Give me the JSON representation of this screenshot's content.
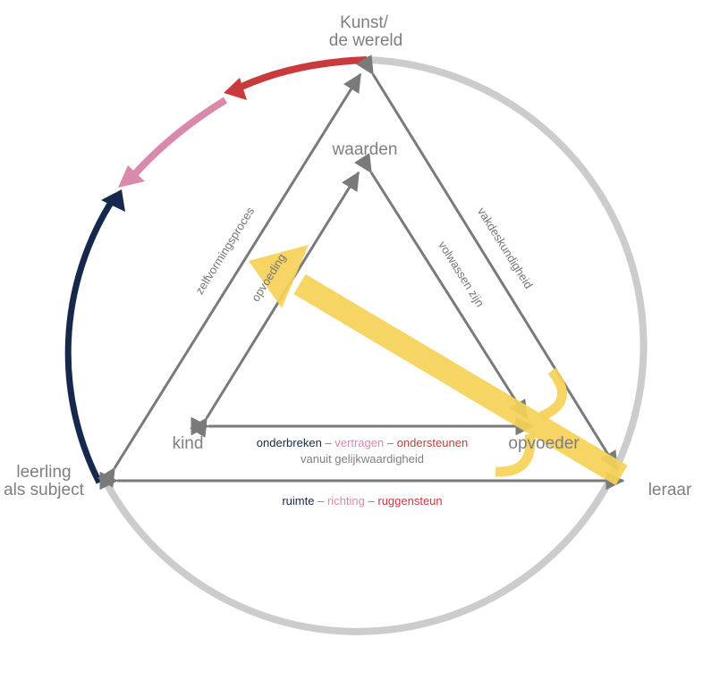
{
  "colors": {
    "circle_gray": "#cccccc",
    "arrow_gray": "#7a7a7a",
    "navy": "#16284b",
    "pink": "#d98aac",
    "red": "#c93a3c",
    "yellow": "#f6d257",
    "label_gray": "#7f7f7f"
  },
  "labels": {
    "top_line1": "Kunst/",
    "top_line2": "de wereld",
    "inner_top": "waarden",
    "left_line1": "leerling",
    "left_line2": "als subject",
    "right": "leraar",
    "inner_left": "kind",
    "inner_right": "opvoeder"
  },
  "edges": {
    "outer_left": "zelfvormingsproces",
    "outer_right": "vakdeskundigheid",
    "inner_right": "volwassen zijn",
    "yellow_arrow": "opvoeding"
  },
  "inner_base": {
    "word1": "onderbreken",
    "sep1": "–",
    "word2": "vertragen",
    "sep2": "–",
    "word3": "ondersteunen",
    "subline": "vanuit gelijkwaardigheid"
  },
  "outer_base": {
    "word1": "ruimte",
    "sep1": "–",
    "word2": "richting",
    "sep2": "–",
    "word3": "ruggensteun"
  },
  "icons": {
    "arc_arrows": "curved-arrow-icon",
    "yellow_arrow": "arrow-icon"
  }
}
